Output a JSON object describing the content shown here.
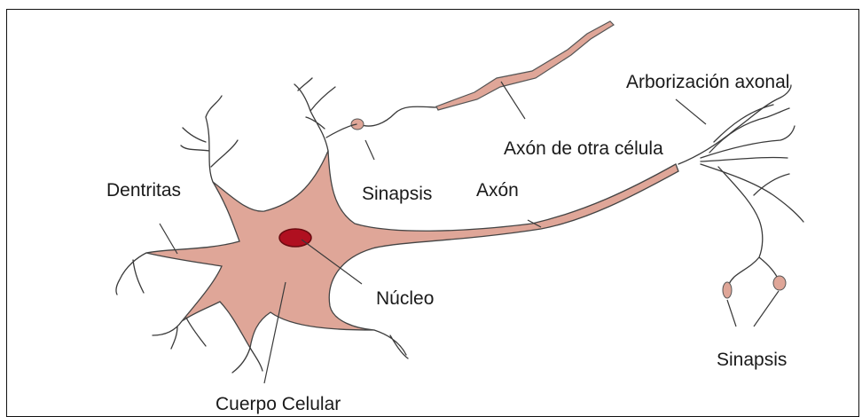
{
  "labels": {
    "dendrites": "Dentritas",
    "synapse_top": "Sinapsis",
    "axon": "Axón",
    "other_cell_axon": "Axón de otra célula",
    "axon_arborization": "Arborización axonal",
    "nucleus": "Núcleo",
    "synapse_bottom": "Sinapsis",
    "cell_body": "Cuerpo Celular"
  },
  "colors": {
    "cell": "#dfa698",
    "cell_outline": "#444444",
    "nucleus": "#b01020",
    "nucleus_outline": "#6a0a10",
    "line": "#3a3a3a",
    "frame": "#111111"
  }
}
